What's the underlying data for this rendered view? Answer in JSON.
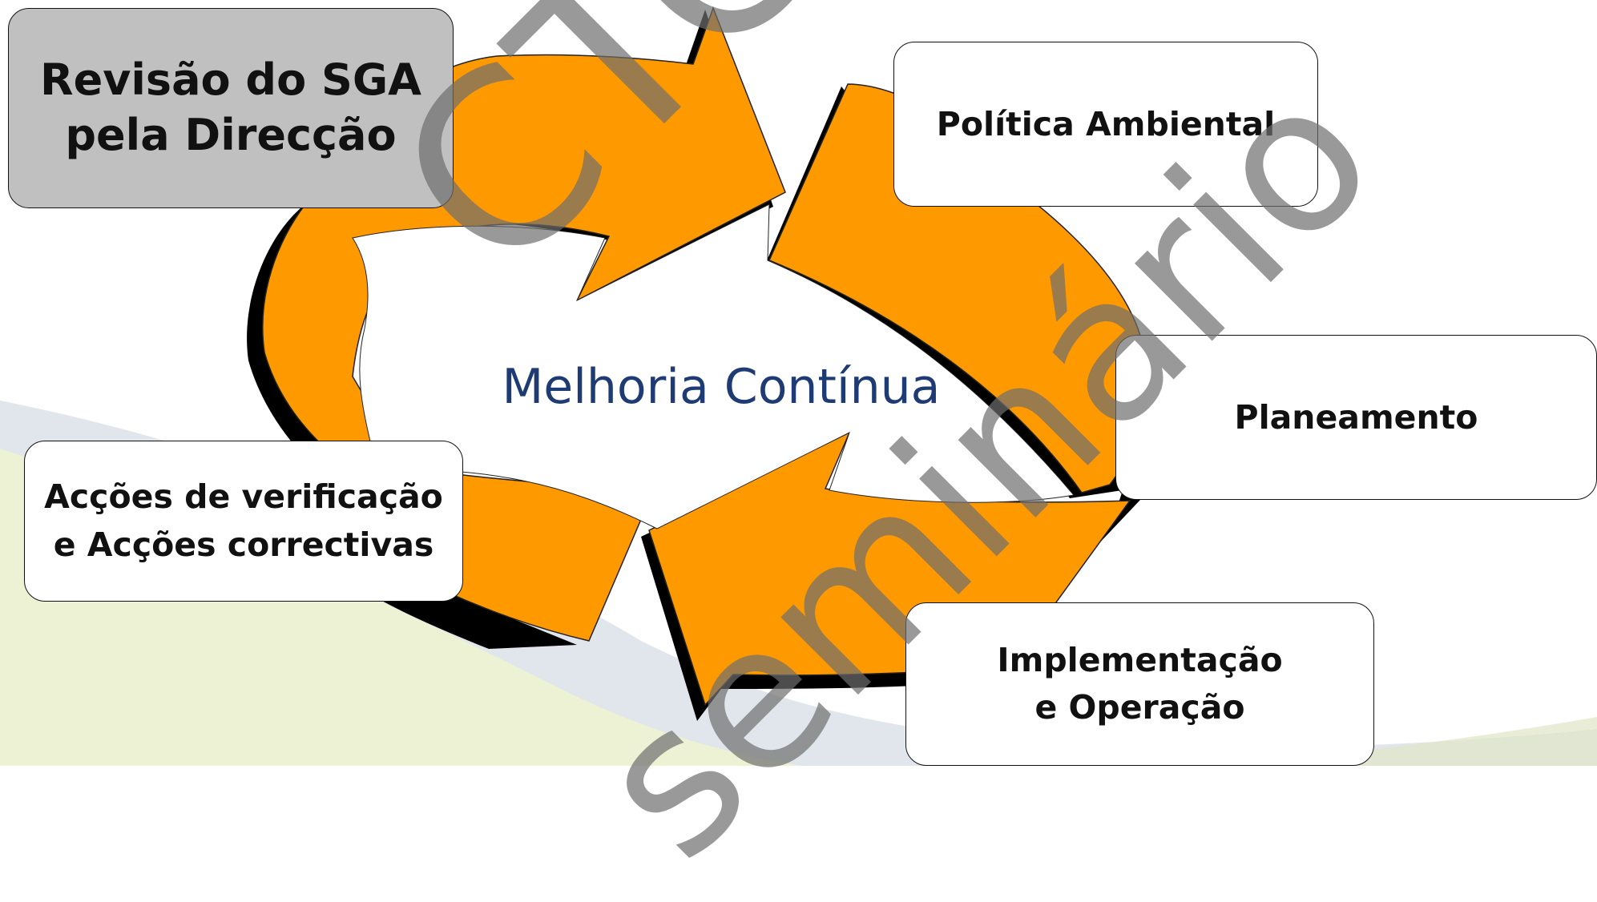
{
  "diagram": {
    "center_label": "Melhoria Contínua",
    "steps": {
      "review": "Revisão do SGA\npela Direcção",
      "policy": "Política Ambiental",
      "planning": "Planeamento",
      "implementation": "Implementação\ne Operação",
      "verification": "Acções de verificação\ne Acções correctivas"
    },
    "watermark": [
      "CTCV",
      "seminário"
    ]
  },
  "colors": {
    "arrow_fill": "#FF9900",
    "arrow_shadow": "#000000",
    "review_box": "#C0C0C0",
    "center_text": "#1F3B73",
    "swoosh_gray": "#C5CFD8",
    "swoosh_green": "#EEF3C4"
  }
}
